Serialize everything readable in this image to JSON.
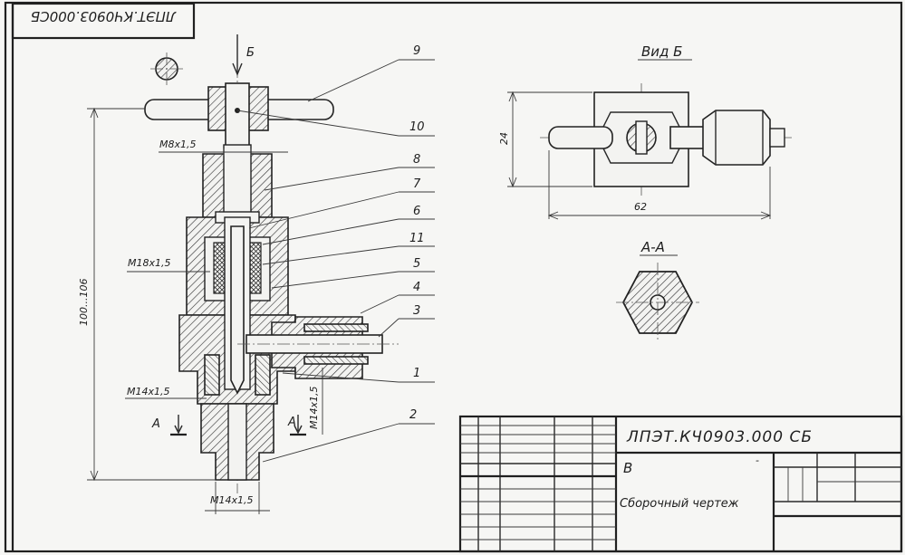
{
  "stamp_code": "ЛПЭТ.КЧ0903.000СБ",
  "view_label": "Вид Б",
  "arrow_label": "Б",
  "section_label": "А-А",
  "section_marks": [
    "А",
    "А"
  ],
  "dims": {
    "m8": "М8х1,5",
    "m18": "М18х1,5",
    "m14_left": "М14х1,5",
    "m14_vert": "М14х1,5",
    "m14_bottom": "М14х1,5",
    "height": "100...106",
    "view_height": "24",
    "view_width": "62"
  },
  "callouts": [
    "9",
    "10",
    "8",
    "7",
    "6",
    "11",
    "5",
    "4",
    "3",
    "1",
    "2"
  ],
  "title_block": {
    "code": "ЛПЭТ.КЧ0903.000 СБ",
    "name_initial": "В",
    "doc_type": "Сборочный  чертеж",
    "dash": "-"
  }
}
